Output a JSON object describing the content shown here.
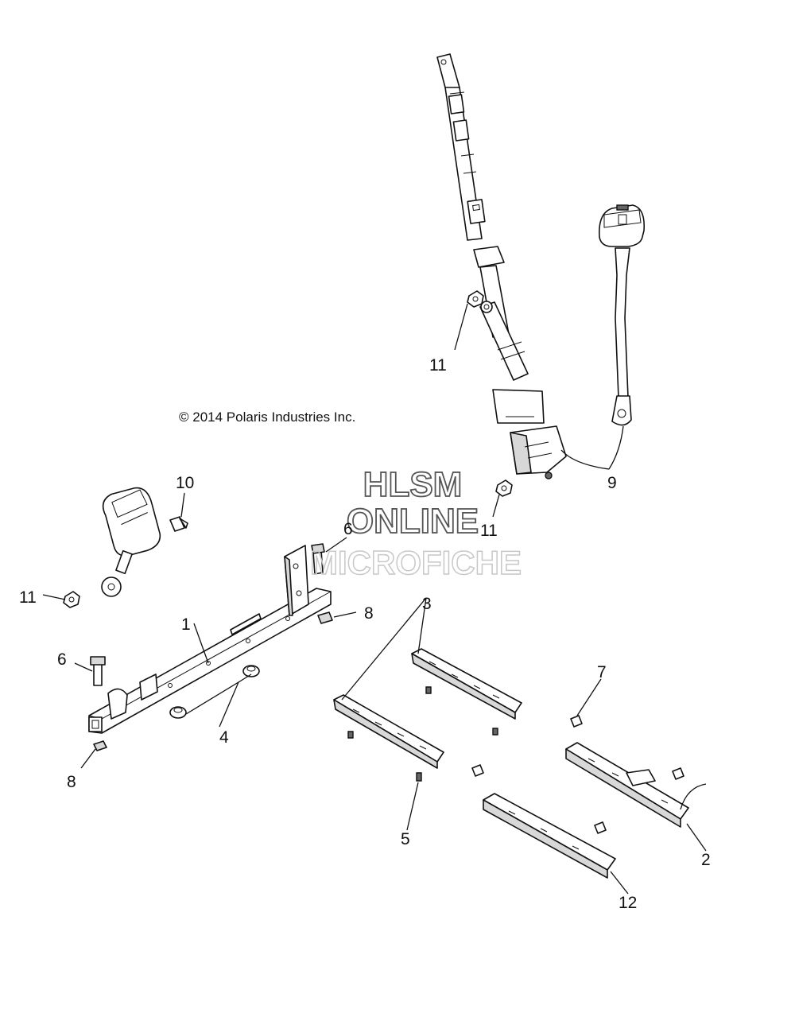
{
  "copyright": "© 2014 Polaris Industries Inc.",
  "watermark": {
    "line1": "HLSM",
    "line2": "ONLINE",
    "line3": "MICROFICHE",
    "color_dark": "#555555",
    "color_light": "#c8c8c8"
  },
  "callouts": {
    "c1": "1",
    "c2": "2",
    "c3": "3",
    "c4": "4",
    "c5": "5",
    "c6a": "6",
    "c6b": "6",
    "c7": "7",
    "c8a": "8",
    "c8b": "8",
    "c9": "9",
    "c10": "10",
    "c11a": "11",
    "c11b": "11",
    "c11c": "11",
    "c12": "12"
  },
  "colors": {
    "line": "#111111",
    "background": "#ffffff",
    "shade": "#d8d8d8"
  }
}
